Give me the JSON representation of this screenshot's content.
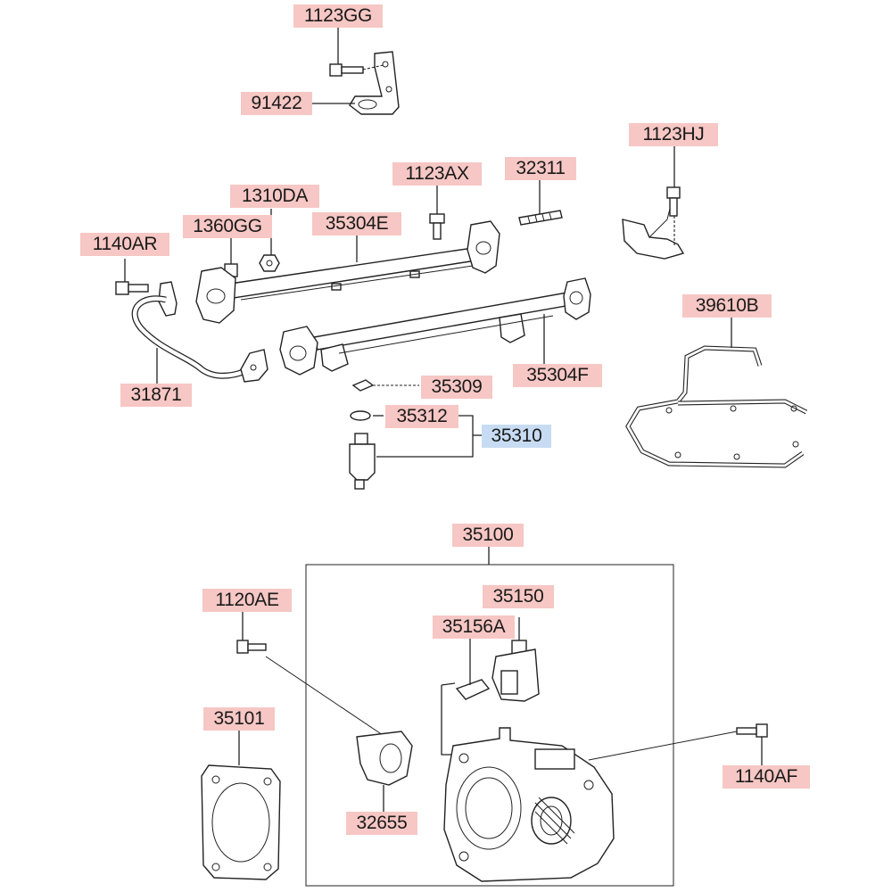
{
  "labels": {
    "p1123GG": "1123GG",
    "p91422": "91422",
    "p1123HJ": "1123HJ",
    "p1123AX": "1123AX",
    "p32311": "32311",
    "p1310DA": "1310DA",
    "p1360GG": "1360GG",
    "p35304E": "35304E",
    "p1140AR": "1140AR",
    "p39610B": "39610B",
    "p31871": "31871",
    "p35309": "35309",
    "p35304F": "35304F",
    "p35312": "35312",
    "p35310": "35310",
    "p35100": "35100",
    "p1120AE": "1120AE",
    "p35150": "35150",
    "p35156A": "35156A",
    "p35101": "35101",
    "p1140AF": "1140AF",
    "p32655": "32655"
  },
  "colors": {
    "label_bg": "#f6c7c4",
    "highlight_bg": "#c7dcf3",
    "line": "#222222"
  }
}
